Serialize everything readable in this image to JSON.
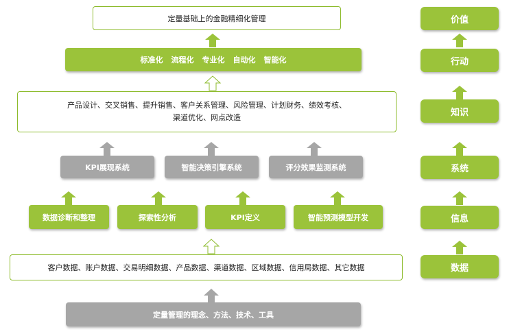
{
  "colors": {
    "green": "#9bc33a",
    "gray": "#a6a6a6",
    "border": "#8dbb2c"
  },
  "top_goal": "定量基础上的金融精细化管理",
  "levers": [
    "标准化",
    "流程化",
    "专业化",
    "自动化",
    "智能化"
  ],
  "applications": {
    "line1": "产品设计、交叉销售、提升销售、客户关系管理、风险管理、计划财务、绩效考核、",
    "line2": "渠道优化、网点改造"
  },
  "systems": [
    "KPI展现系统",
    "智能决策引擎系统",
    "评分效果监测系统"
  ],
  "analytics": [
    "数据诊断和整理",
    "探索性分析",
    "KPI定义",
    "智能预测模型开发"
  ],
  "data_sources": "客户数据、账户数据、交易明细数据、产品数据、渠道数据、区域数据、信用局数据、其它数据",
  "foundation": "定量管理的理念、方法、技术、工具",
  "side_labels": [
    "价值",
    "行动",
    "知识",
    "系统",
    "信息",
    "数据"
  ]
}
